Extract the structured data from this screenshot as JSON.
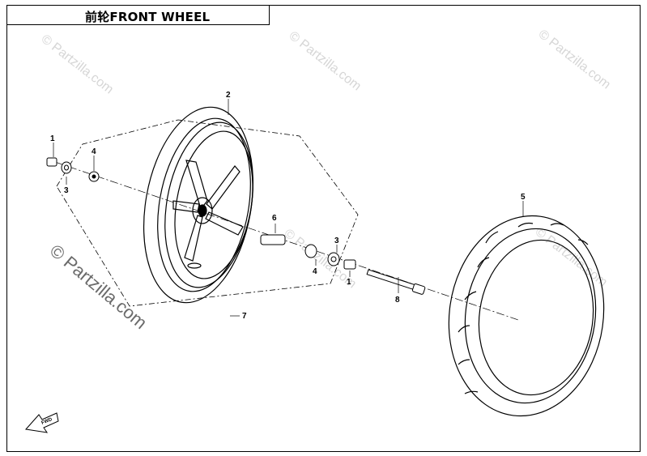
{
  "header": {
    "title": "前轮FRONT WHEEL"
  },
  "watermark": {
    "text": "© Partzilla.com",
    "large_text": "© Partzilla.com"
  },
  "callouts": {
    "c1a": "1",
    "c1b": "1",
    "c2": "2",
    "c3a": "3",
    "c3b": "3",
    "c4a": "4",
    "c4b": "4",
    "c5": "5",
    "c6": "6",
    "c7": "7",
    "c8": "8"
  },
  "fwd_badge": "FWD",
  "colors": {
    "line": "#000000",
    "watermark": "#d6d6d6",
    "background": "#ffffff"
  }
}
